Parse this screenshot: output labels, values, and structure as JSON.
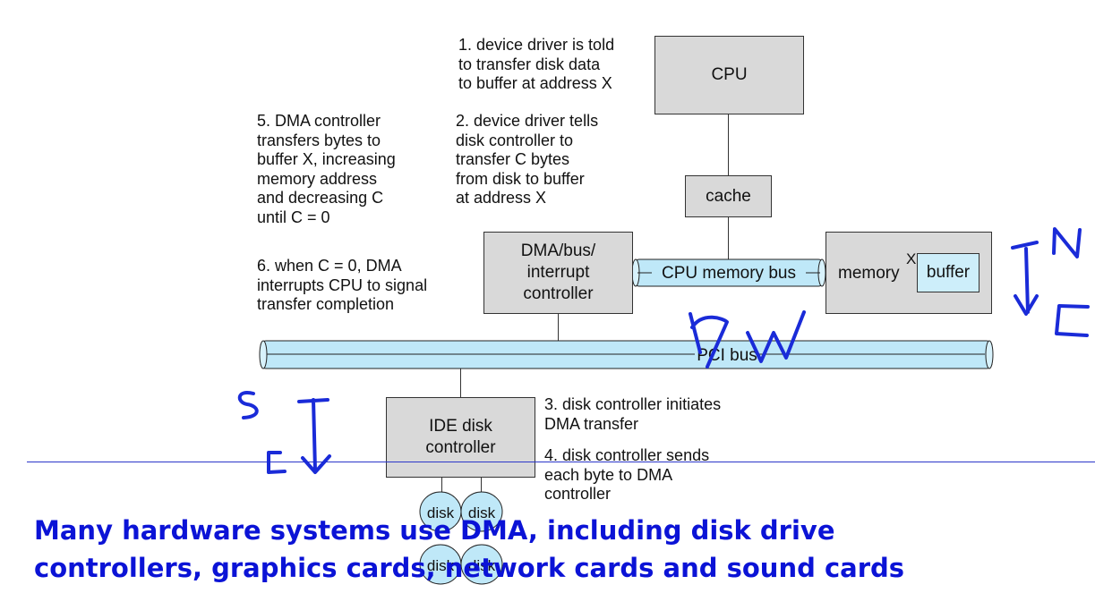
{
  "steps": {
    "step1": "1. device driver is told\n   to transfer disk data\n   to buffer at address X",
    "step2": "2. device driver tells\n   disk controller to\n   transfer C bytes\n   from disk to buffer\n   at address X",
    "step3": "3. disk controller initiates\n   DMA transfer",
    "step4": "4. disk controller sends\n   each byte to DMA\n   controller",
    "step5": "5. DMA controller\n   transfers bytes to\n   buffer X, increasing\n   memory address\n   and decreasing C\n   until C = 0",
    "step6": "6. when C = 0, DMA\n   interrupts CPU to signal\n   transfer completion"
  },
  "boxes": {
    "cpu": "CPU",
    "cache": "cache",
    "dma": "DMA/bus/\ninterrupt\ncontroller",
    "memory": "memory",
    "memory_x": "X",
    "buffer": "buffer",
    "ide": "IDE disk\ncontroller"
  },
  "buses": {
    "cpu_memory_bus": "CPU memory bus",
    "pci_bus": "PCI bus"
  },
  "disks": [
    "disk",
    "disk",
    "disk",
    "disk"
  ],
  "footer": "Many hardware systems use DMA, including disk drive\ncontrollers, graphics cards, network cards and sound cards",
  "colors": {
    "box_fill": "#d9d9d9",
    "bus_fill": "#bfe8f8",
    "footer_text": "#0b13d6",
    "annotation_ink": "#1a2bd8"
  }
}
